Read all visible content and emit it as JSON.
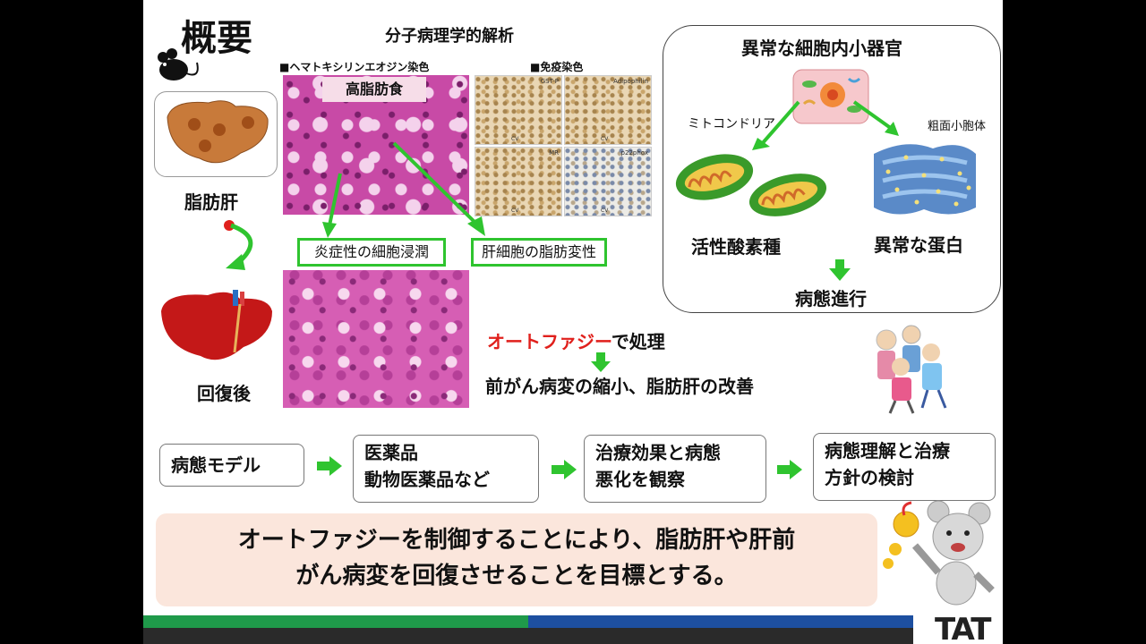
{
  "slide": {
    "title": "概要",
    "analysis_heading": "分子病理学的解析",
    "he_label": "■ヘマトキシリンエオジン染色",
    "ihc_label": "■免疫染色",
    "he_top_caption": "高脂肪食",
    "ihc_panels": [
      {
        "tag": "GST-P",
        "cv": "CV"
      },
      {
        "tag": "Adipophilin",
        "cv": "CV"
      },
      {
        "tag": "MR",
        "cv": "CV"
      },
      {
        "tag": "p22phox",
        "cv": "CV"
      }
    ],
    "finding_left": "炎症性の細胞浸潤",
    "finding_right": "肝細胞の脂肪変性",
    "fatty_liver_label": "脂肪肝",
    "recovered_label": "回復後",
    "organelle": {
      "title": "異常な細胞内小器官",
      "mitochondria": "ミトコンドリア",
      "er": "粗面小胞体",
      "ros": "活性酸素種",
      "abnormal_protein": "異常な蛋白",
      "progression": "病態進行"
    },
    "autophagy_line": {
      "highlight": "オートファジー",
      "rest": "で処理"
    },
    "improvement_line": "前がん病変の縮小、脂肪肝の改善",
    "flow": [
      {
        "line1": "病態モデル",
        "line2": ""
      },
      {
        "line1": "医薬品",
        "line2": "動物医薬品など"
      },
      {
        "line1": "治療効果と病態",
        "line2": "悪化を観察"
      },
      {
        "line1": "病態理解と治療",
        "line2": "方針の検討"
      }
    ],
    "goal_line1": "オートファジーを制御することにより、脂肪肝や肝前",
    "goal_line2": "がん病変を回復させることを目標とする。",
    "logo_text": "TAT"
  },
  "colors": {
    "green_arrow": "#2fc42f",
    "accent_red": "#e0201c",
    "goal_bg": "#fbe6dc",
    "bottom_green": "#1f9a4a",
    "bottom_blue": "#1d4fa0"
  }
}
